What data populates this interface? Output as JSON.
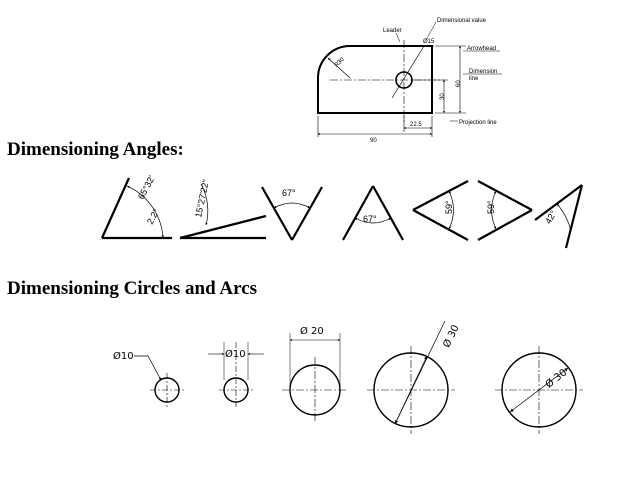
{
  "headings": {
    "angles": "Dimensioning Angles:",
    "circles": "Dimensioning Circles and Arcs"
  },
  "part_drawing": {
    "callouts": {
      "dimensional_value": "Dimensional value",
      "leader": "Leader",
      "arrowhead": "Arrowhead",
      "dimension_line_1": "Dimension",
      "dimension_line_2": "line",
      "projection_line": "Projection line"
    },
    "dims": {
      "hole_diameter": "Ø15",
      "radius": "R30",
      "overall_width": "90",
      "hole_x": "22.5",
      "hole_y": "30",
      "overall_height": "60"
    }
  },
  "angle_examples": [
    {
      "label_1": "65°32'",
      "label_2": "2.2°"
    },
    {
      "label_1": "15°27'22\""
    },
    {
      "label_1": "67°"
    },
    {
      "label_1": "67°"
    },
    {
      "label_1": "59°"
    },
    {
      "label_1": "59°"
    },
    {
      "label_1": "42°"
    }
  ],
  "circle_examples": [
    {
      "label": "Ø10"
    },
    {
      "label": "Ø10"
    },
    {
      "label": "Ø 20"
    },
    {
      "label": "Ø 30"
    },
    {
      "label": "Ø 30"
    }
  ]
}
